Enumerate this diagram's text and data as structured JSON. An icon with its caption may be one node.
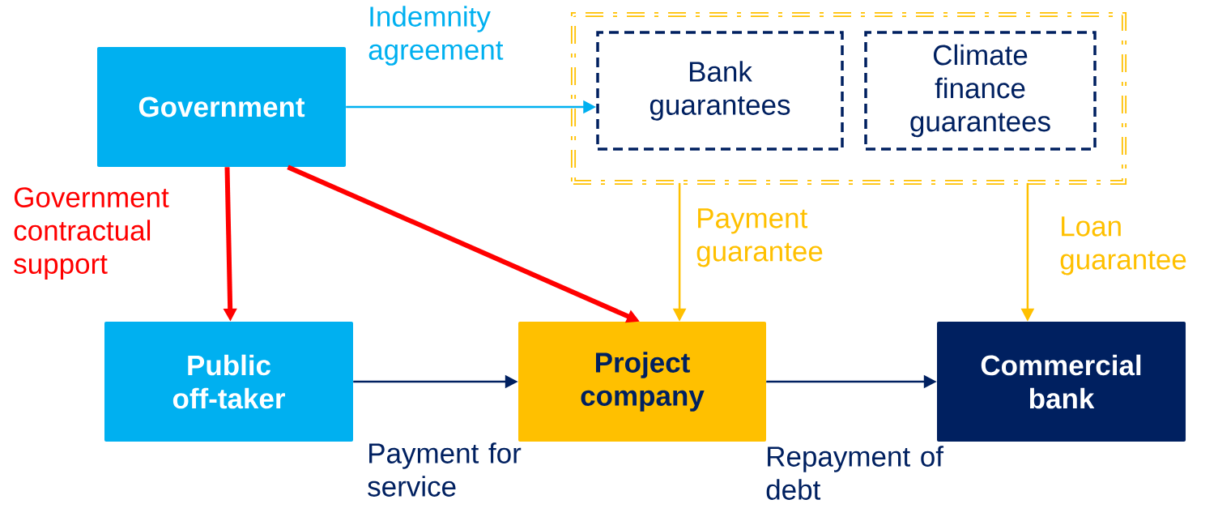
{
  "diagram": {
    "nodes": [
      {
        "text": [
          "Government"
        ]
      },
      {
        "text": [],
        "shape": "box"
      },
      {
        "text": [
          "Bank guarantees"
        ],
        "in": 1
      },
      {
        "text": [
          "Climate finance guarantees"
        ],
        "in": 1
      },
      {
        "text": [
          "Public off-taker"
        ]
      },
      {
        "text": [
          "Project company"
        ]
      },
      {
        "text": [
          "Commercial bank"
        ]
      }
    ],
    "edges": [
      {
        "from": 0,
        "to": 2,
        "arrow": "to",
        "label": "Indemnity agreement",
        "color": "#00b0f0"
      },
      {
        "from": 0,
        "to": 4,
        "arrow": "to",
        "label": "Government contractual support",
        "color": "#ff0000",
        "style": "thick"
      },
      {
        "from": 0,
        "to": 5,
        "arrow": "to",
        "color": "#ff0000",
        "style": "thick"
      },
      {
        "from": 1,
        "to": 5,
        "arrow": "to",
        "label": "Payment guarantee",
        "color": "#ffc000"
      },
      {
        "from": 1,
        "to": 6,
        "arrow": "to",
        "label": "Loan guarantee",
        "color": "#ffc000"
      },
      {
        "from": 4,
        "to": 5,
        "arrow": "to",
        "label": "Payment for service",
        "color": "#002060"
      },
      {
        "from": 5,
        "to": 6,
        "arrow": "to",
        "label": "Repayment of debt",
        "color": "#002060"
      }
    ]
  }
}
